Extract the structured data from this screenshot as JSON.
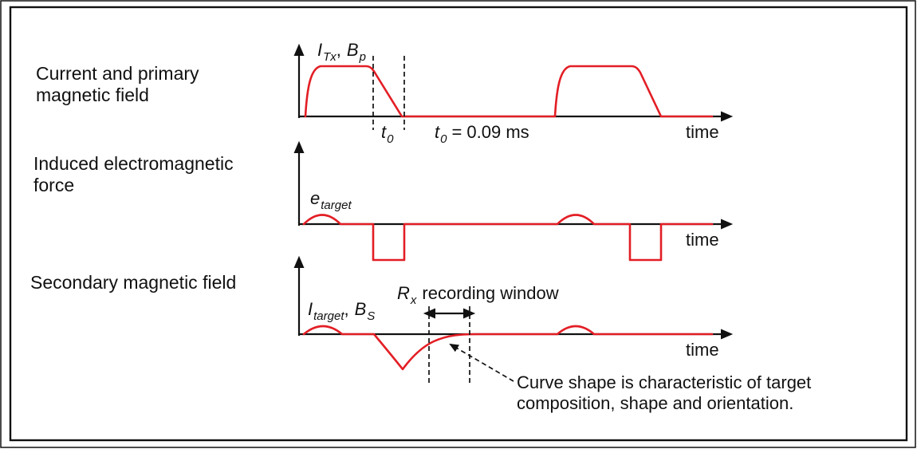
{
  "colors": {
    "curve": "#e31e25",
    "axis": "#111111",
    "text": "#111111"
  },
  "rows": {
    "row1": {
      "label_line1": "Current and primary",
      "label_line2": "magnetic field",
      "axis_label": {
        "sym1": "I",
        "sym1_sub": "Tx",
        "comma": ",",
        "sym2": "B",
        "sym2_sub": "p"
      },
      "t0_label": {
        "base": "t",
        "sub": "0"
      },
      "t0_value": {
        "base": "t",
        "sub": "0",
        "rest": "= 0.09 ms"
      },
      "time_label": "time"
    },
    "row2": {
      "label_line1": "Induced electromagnetic",
      "label_line2": "force",
      "curve_label": {
        "base": "e",
        "sub": "target"
      },
      "time_label": "time"
    },
    "row3": {
      "label_line1": "Secondary magnetic field",
      "axis_label": {
        "sym1": "I",
        "sym1_sub": "target",
        "comma": ",",
        "sym2": "B",
        "sym2_sub": "S"
      },
      "window_label": {
        "base": "R",
        "sub": "x",
        "rest": "recording window"
      },
      "annotation_line1": "Curve shape is characteristic of target",
      "annotation_line2": "composition, shape and orientation.",
      "time_label": "time"
    }
  }
}
